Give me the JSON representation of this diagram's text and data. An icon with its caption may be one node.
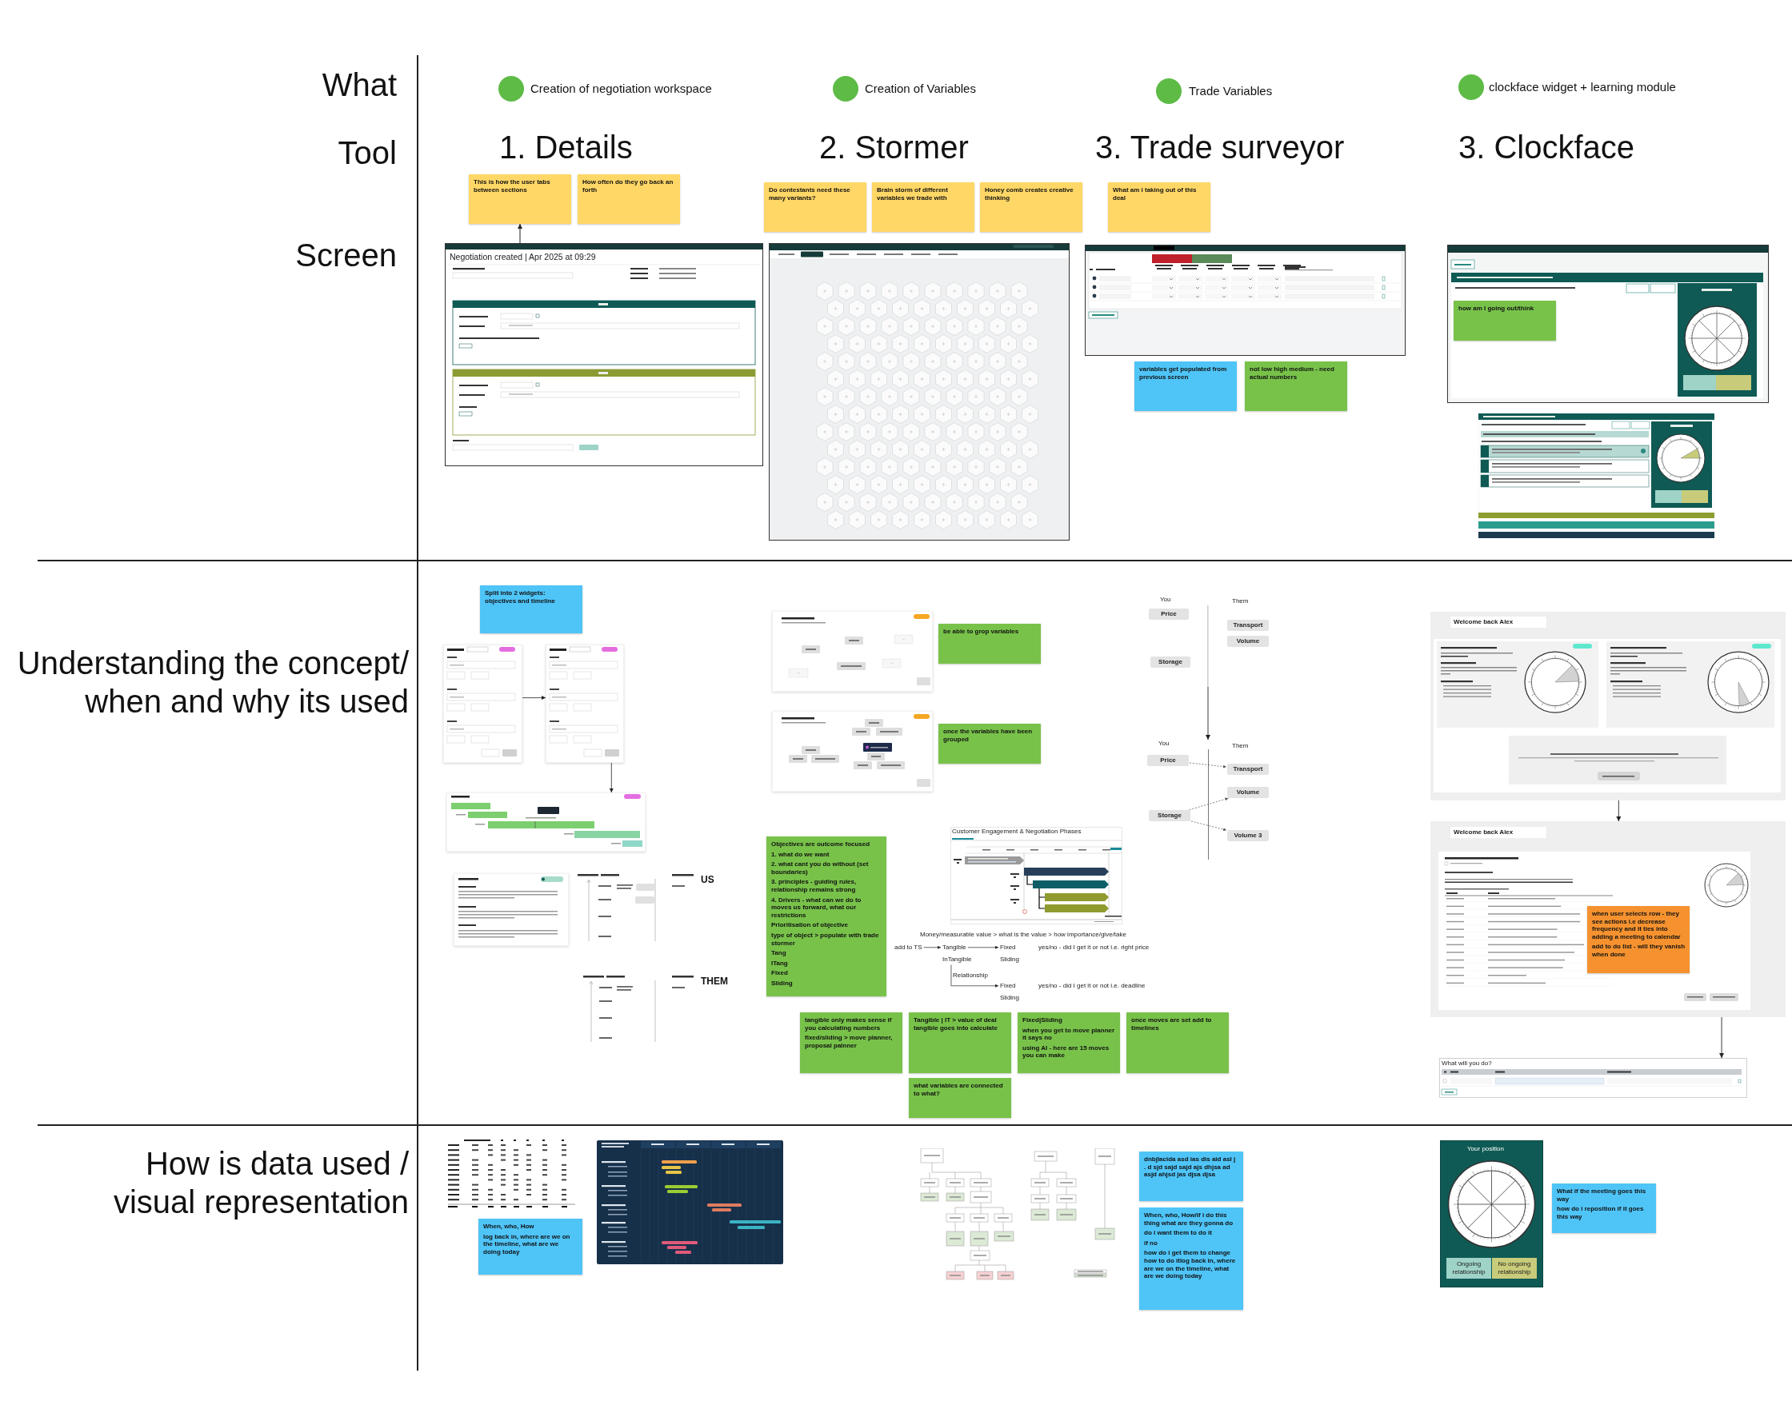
{
  "diagram": {
    "nodes": [
      {
        "text": [
          "This is how the user tabs between sections"
        ]
      },
      {
        "text": [
          "How often do they go back an forth"
        ]
      },
      {
        "text": [
          "Negotiation created | Apr 2025 at 09:29"
        ]
      },
      {
        "text": [
          "Do contestants need these many variants?"
        ]
      },
      {
        "text": [
          "Brain storm of different variables we trade with"
        ]
      },
      {
        "text": [
          "Honey comb creates creative thinking"
        ]
      },
      {
        "text": [],
        "shape": "picture"
      },
      {
        "text": [
          "What am i taking out of this deal"
        ]
      },
      {
        "text": [],
        "shape": "picture"
      },
      {
        "text": [
          "variables get populated from previous screen"
        ]
      },
      {
        "text": [
          "not low high medium - need actual numbers"
        ]
      },
      {
        "text": [],
        "shape": "picture"
      },
      {
        "text": [
          "how am I going out/think"
        ],
        "in": 11
      },
      {
        "text": [],
        "shape": "picture"
      },
      {
        "text": [
          "Split into 2 widgets: objectives and timeline"
        ]
      },
      {
        "text": [],
        "shape": "picture"
      },
      {
        "text": [],
        "shape": "picture"
      },
      {
        "text": [],
        "shape": "picture"
      },
      {
        "text": [],
        "shape": "picture"
      },
      {
        "text": [],
        "shape": "picture",
        "beside": [
          "US"
        ]
      },
      {
        "text": [],
        "shape": "picture",
        "beside": [
          "THEM"
        ]
      },
      {
        "text": [],
        "shape": "picture"
      },
      {
        "text": [
          "be able to grop variables"
        ]
      },
      {
        "text": [],
        "shape": "picture"
      },
      {
        "text": [
          "once the variables have been grouped"
        ]
      },
      {
        "text": [
          "Objectives are outcome focused",
          "1. what do we want",
          "2. what cant you do without (set boundaries)",
          "3. principles - guiding rules, relationship remains strong",
          "4. Drivers - what can we do to moves us forward, what our restrictions",
          "Prioritisation of objective",
          "type of object > populate with trade stormer",
          "Tang",
          "ITang",
          "Fixed",
          "Sliding"
        ]
      },
      {
        "text": [
          "Customer Engagement & Negotiation Phases"
        ]
      },
      {
        "text": [
          "add to TS"
        ]
      },
      {
        "text": [
          "Tangible"
        ]
      },
      {
        "text": [
          "InTangible"
        ]
      },
      {
        "text": [
          "Fixed"
        ]
      },
      {
        "text": [
          "Fixed"
        ]
      },
      {
        "text": [
          "tangible only makes sense if you calculating numbers",
          "fixed/sliding > move planner, proposal palnner"
        ]
      },
      {
        "text": [
          "Tangible | IT > value of deal tangible goes into calculate"
        ]
      },
      {
        "text": [
          "Fixed|Sliding",
          "when you get to move planner it says no",
          "using AI - here are 15 moves you can make"
        ]
      },
      {
        "text": [
          "once moves are set add to timelines"
        ]
      },
      {
        "text": [
          "what variables are connected to what?"
        ]
      },
      {
        "text": [
          "You",
          "Them"
        ]
      },
      {
        "text": [
          "Price"
        ],
        "in": 37
      },
      {
        "text": [
          "Transport"
        ],
        "in": 37
      },
      {
        "text": [
          "Volume"
        ],
        "in": 37
      },
      {
        "text": [
          "Storage"
        ],
        "in": 37
      },
      {
        "text": [
          "You",
          "Them"
        ]
      },
      {
        "text": [
          "Price"
        ],
        "in": 42
      },
      {
        "text": [
          "Transport"
        ],
        "in": 42
      },
      {
        "text": [
          "Volume"
        ],
        "in": 42
      },
      {
        "text": [
          "Storage"
        ],
        "in": 42
      },
      {
        "text": [
          "Volume 3"
        ],
        "in": 42
      },
      {
        "text": [
          "Welcome back Alex"
        ]
      },
      {
        "text": [
          "Welcome back Alex"
        ]
      },
      {
        "text": [
          "when user selects row - they see actions i.e decrease frequency and it ties into adding a meeting to calendar",
          "add to do list - will they vanish when done"
        ],
        "in": 49
      },
      {
        "text": [
          "What will you do?"
        ]
      },
      {
        "text": [],
        "shape": "picture"
      },
      {
        "text": [
          "When, who, How",
          "log back in, where are we on the timeline, what are we doing today"
        ]
      },
      {
        "text": [],
        "shape": "picture"
      },
      {
        "text": [],
        "shape": "picture"
      },
      {
        "text": [
          "dnbjlacida asd ias dis aid asl j . d sjd sajd sajd ajs dhjsa ad asjd ahjsd jas djsa djsa"
        ]
      },
      {
        "text": [
          "When, who, How/if i do this thing what are they gonna do",
          "do i want them to do it",
          "if no",
          "how do i get them to change how to do itlog back in, where are we on the timeline, what are we doing today"
        ]
      },
      {
        "text": [
          "Your position",
          "Ongoing relationship",
          "No ongoing relationship"
        ]
      },
      {
        "text": [
          "What if the meeting goes this way",
          "how do i reposition if it goes this way"
        ]
      }
    ],
    "edges": [
      {
        "from": 2,
        "to": 0,
        "arrow": "to"
      },
      {
        "from": 15,
        "to": 16,
        "arrow": "to"
      },
      {
        "from": 16,
        "to": 17,
        "arrow": "to"
      },
      {
        "from": 27,
        "to": 28,
        "arrow": "to"
      },
      {
        "from": 28,
        "to": 30,
        "arrow": "to"
      },
      {
        "from": 29,
        "to": 31,
        "arrow": "to",
        "label": "Relationship"
      },
      {
        "from": 37,
        "to": 42,
        "arrow": "to"
      },
      {
        "from": 43,
        "to": 44,
        "arrow": "to",
        "style": "dashed"
      },
      {
        "from": 46,
        "to": 45,
        "arrow": "to",
        "style": "dashed"
      },
      {
        "from": 46,
        "to": 47,
        "arrow": "to",
        "style": "dashed"
      },
      {
        "from": 48,
        "to": 49,
        "arrow": "to"
      },
      {
        "from": 49,
        "to": 51,
        "arrow": "to"
      }
    ],
    "labels": [
      "What",
      "Creation of negotiation workspace",
      "Creation of Variables",
      "Trade Variables",
      "clockface widget + learning module",
      "Tool",
      "1. Details",
      "2. Stormer",
      "3. Trade surveyor",
      "3. Clockface",
      "Screen",
      "Understanding the concept/ when and why its used",
      "Money/measurable value > what is the value > how importance/give/take",
      "yes/no - did I get it or not i.e. right price",
      "Sliding",
      "yes/no - did I get it or not i.e. deadline",
      "Sliding",
      "How is data used / visual representation"
    ]
  }
}
